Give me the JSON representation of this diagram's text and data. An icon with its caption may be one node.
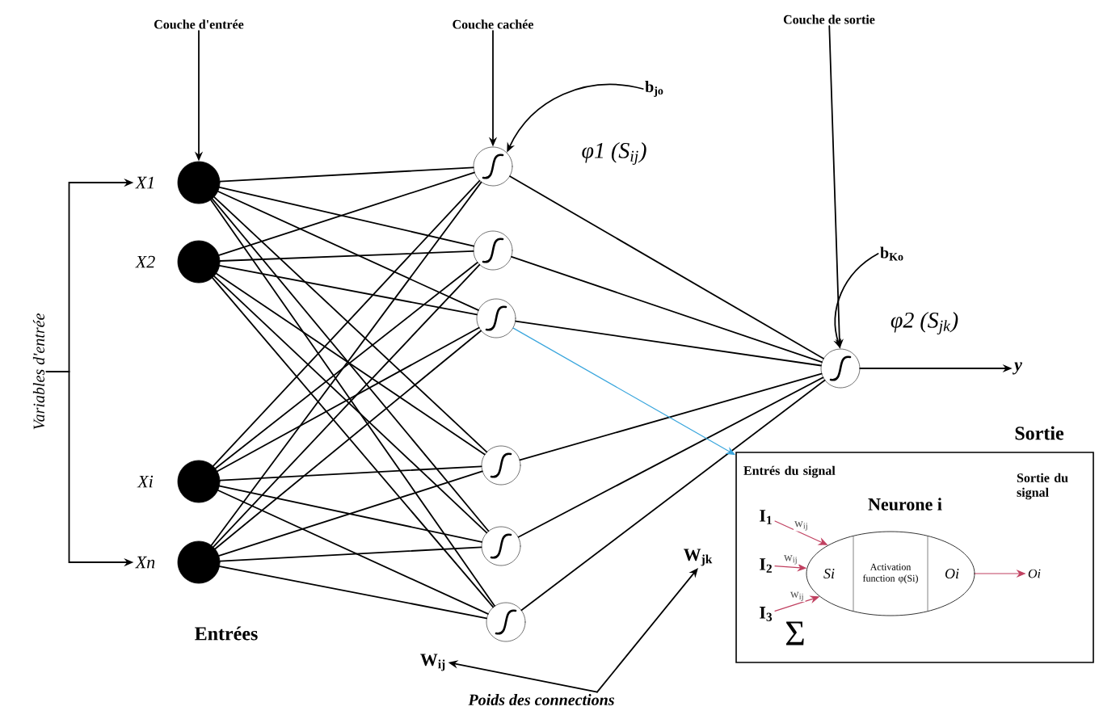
{
  "diagram": {
    "nodes": [
      {
        "text": [],
        "shape": "circle"
      },
      {
        "text": [],
        "shape": "circle"
      },
      {
        "text": [],
        "shape": "circle"
      },
      {
        "text": [],
        "shape": "circle"
      },
      {
        "text": [],
        "shape": "circle"
      },
      {
        "text": [],
        "shape": "circle"
      },
      {
        "text": [],
        "shape": "circle"
      },
      {
        "text": [],
        "shape": "circle"
      },
      {
        "text": [],
        "shape": "circle"
      },
      {
        "text": [],
        "shape": "circle"
      },
      {
        "text": [],
        "shape": "circle"
      },
      {
        "text": [
          "X1"
        ]
      },
      {
        "text": [
          "X2"
        ]
      },
      {
        "text": [
          "Xi"
        ]
      },
      {
        "text": [
          "Xn"
        ]
      },
      {
        "text": [
          "Couche d'entrée"
        ]
      },
      {
        "text": [
          "Couche cachée"
        ]
      },
      {
        "text": [
          "Couche de sortie"
        ]
      },
      {
        "text": [
          "Variables d'entrée"
        ]
      },
      {
        "text": [
          "b$_{jo}$"
        ]
      },
      {
        "text": [
          "b$_{Ko}$"
        ]
      },
      {
        "text": [
          "y"
        ]
      },
      {
        "text": [
          "W$_{ij}$"
        ]
      },
      {
        "text": [
          "W$_{jk}$"
        ]
      },
      {
        "text": [
          "Poids des connections"
        ]
      },
      {
        "text": [
          "Entrés du signal",
          "Neurone i",
          "Sortie du signal",
          "Σ"
        ]
      },
      {
        "text": [
          "Si",
          "Activation function φ(Si)",
          "Oi"
        ],
        "in": 25
      },
      {
        "text": [
          "I$_{1}$"
        ],
        "in": 25
      },
      {
        "text": [
          "I$_{2}$"
        ],
        "in": 25
      },
      {
        "text": [
          "I$_{3}$"
        ],
        "in": 25
      },
      {
        "text": [
          "Oi"
        ],
        "in": 25
      }
    ],
    "edges": [
      {
        "from": 0,
        "to": 4,
        "arrow": "none"
      },
      {
        "from": 0,
        "to": 5,
        "arrow": "none"
      },
      {
        "from": 0,
        "to": 6,
        "arrow": "none"
      },
      {
        "from": 0,
        "to": 7,
        "arrow": "none"
      },
      {
        "from": 0,
        "to": 8,
        "arrow": "none"
      },
      {
        "from": 0,
        "to": 9,
        "arrow": "none"
      },
      {
        "from": 1,
        "to": 4,
        "arrow": "none"
      },
      {
        "from": 1,
        "to": 5,
        "arrow": "none"
      },
      {
        "from": 1,
        "to": 6,
        "arrow": "none"
      },
      {
        "from": 1,
        "to": 7,
        "arrow": "none"
      },
      {
        "from": 1,
        "to": 8,
        "arrow": "none"
      },
      {
        "from": 1,
        "to": 9,
        "arrow": "none"
      },
      {
        "from": 2,
        "to": 4,
        "arrow": "none"
      },
      {
        "from": 2,
        "to": 5,
        "arrow": "none"
      },
      {
        "from": 2,
        "to": 6,
        "arrow": "none"
      },
      {
        "from": 2,
        "to": 7,
        "arrow": "none"
      },
      {
        "from": 2,
        "to": 8,
        "arrow": "none"
      },
      {
        "from": 2,
        "to": 9,
        "arrow": "none"
      },
      {
        "from": 3,
        "to": 4,
        "arrow": "none"
      },
      {
        "from": 3,
        "to": 5,
        "arrow": "none"
      },
      {
        "from": 3,
        "to": 6,
        "arrow": "none"
      },
      {
        "from": 3,
        "to": 7,
        "arrow": "none"
      },
      {
        "from": 3,
        "to": 8,
        "arrow": "none"
      },
      {
        "from": 3,
        "to": 9,
        "arrow": "none"
      },
      {
        "from": 4,
        "to": 10,
        "arrow": "none"
      },
      {
        "from": 5,
        "to": 10,
        "arrow": "none"
      },
      {
        "from": 6,
        "to": 10,
        "arrow": "none"
      },
      {
        "from": 7,
        "to": 10,
        "arrow": "none"
      },
      {
        "from": 8,
        "to": 10,
        "arrow": "none"
      },
      {
        "from": 9,
        "to": 10,
        "arrow": "none"
      },
      {
        "from": 10,
        "to": 21,
        "arrow": "to"
      },
      {
        "from": 15,
        "to": 0,
        "arrow": "to"
      },
      {
        "from": 16,
        "to": 4,
        "arrow": "to"
      },
      {
        "from": 17,
        "to": 10,
        "arrow": "to"
      },
      {
        "from": 18,
        "to": 11,
        "arrow": "to"
      },
      {
        "from": 18,
        "to": 14,
        "arrow": "to"
      },
      {
        "from": 19,
        "to": 4,
        "arrow": "to"
      },
      {
        "from": 20,
        "to": 10,
        "arrow": "to"
      },
      {
        "from": 24,
        "to": 22,
        "arrow": "to"
      },
      {
        "from": 24,
        "to": 23,
        "arrow": "to"
      },
      {
        "from": 6,
        "to": 25,
        "arrow": "to",
        "color": "#3aa6dd"
      },
      {
        "from": 27,
        "to": 26,
        "arrow": "to",
        "label": "w$_{ij}$",
        "color": "#c04060"
      },
      {
        "from": 28,
        "to": 26,
        "arrow": "to",
        "label": "w$_{ij}$",
        "color": "#c04060"
      },
      {
        "from": 29,
        "to": 26,
        "arrow": "to",
        "label": "w$_{ij}$",
        "color": "#c04060"
      },
      {
        "from": 26,
        "to": 30,
        "arrow": "to",
        "color": "#c04060"
      }
    ],
    "labels": [
      "φ1 (S$_{ij}$)",
      "φ2 (S$_{jk}$)",
      "Sortie",
      "Entrées"
    ]
  }
}
